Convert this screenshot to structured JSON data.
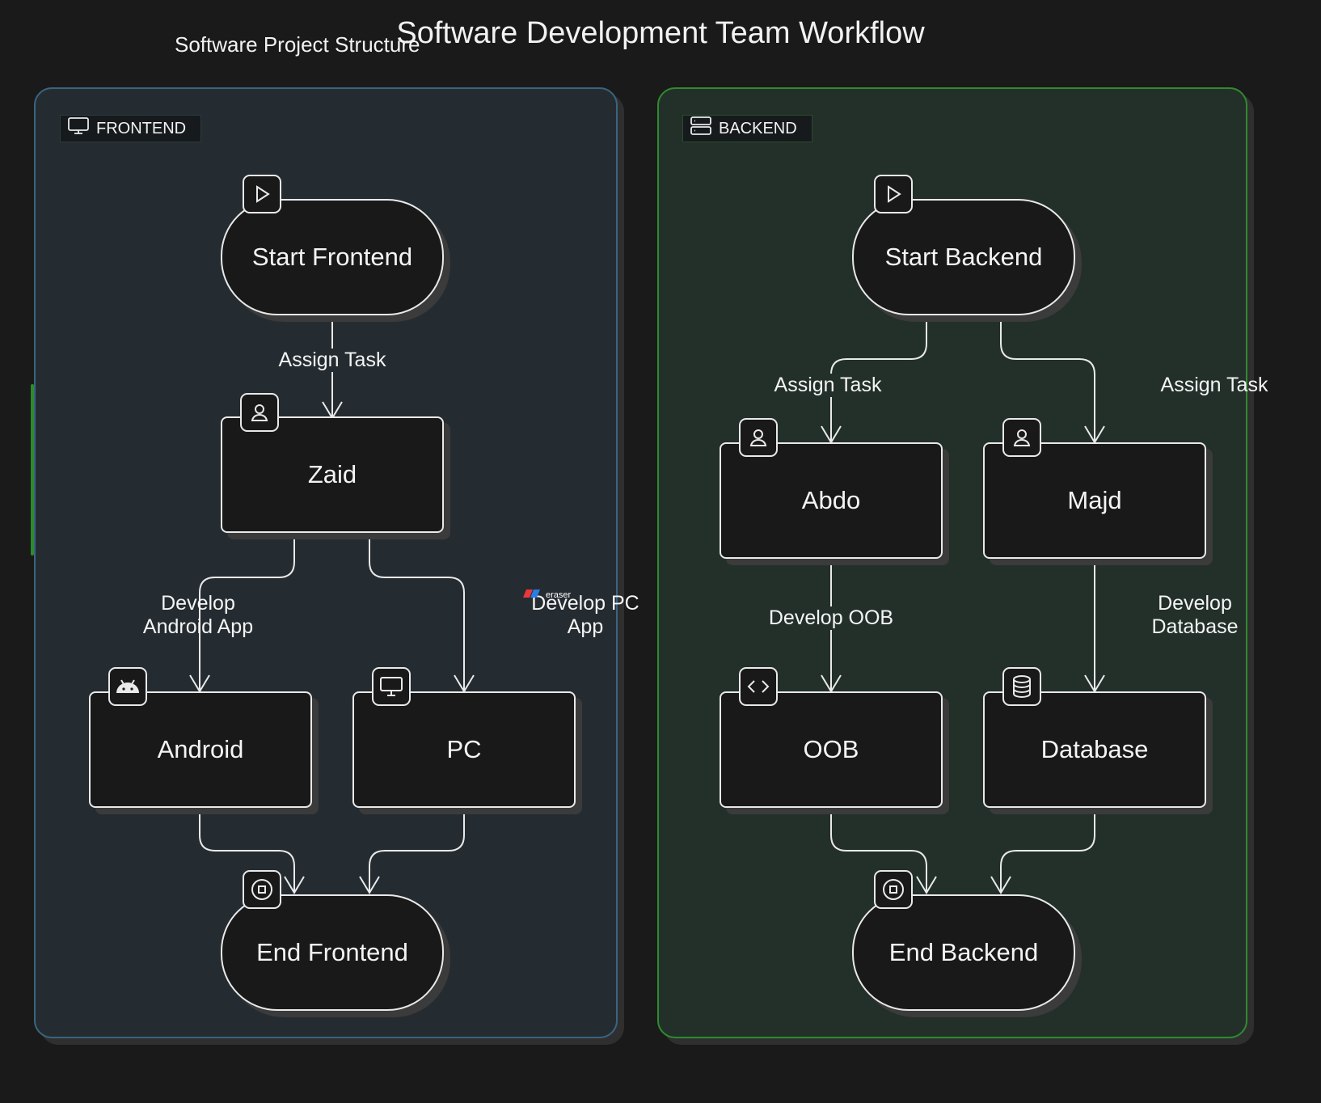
{
  "title": "Software Development Team Workflow",
  "outer_group": "Software Project Structure",
  "colors": {
    "frontend_border": "#3a6480",
    "backend_border": "#2f8a2f",
    "node_fill": "#191919",
    "stroke": "#e9e9e9"
  },
  "groups": {
    "frontend": {
      "label": "FRONTEND",
      "icon": "monitor-icon"
    },
    "backend": {
      "label": "BACKEND",
      "icon": "server-icon"
    }
  },
  "nodes": {
    "start_frontend": {
      "label": "Start Frontend",
      "icon": "play-icon"
    },
    "zaid": {
      "label": "Zaid",
      "icon": "user-icon"
    },
    "android": {
      "label": "Android",
      "icon": "android-icon"
    },
    "pc": {
      "label": "PC",
      "icon": "monitor-icon"
    },
    "end_frontend": {
      "label": "End Frontend",
      "icon": "stop-icon"
    },
    "start_backend": {
      "label": "Start Backend",
      "icon": "play-icon"
    },
    "abdo": {
      "label": "Abdo",
      "icon": "user-icon"
    },
    "majd": {
      "label": "Majd",
      "icon": "user-icon"
    },
    "oob": {
      "label": "OOB",
      "icon": "code-icon"
    },
    "database": {
      "label": "Database",
      "icon": "database-icon"
    },
    "end_backend": {
      "label": "End Backend",
      "icon": "stop-icon"
    }
  },
  "edges": {
    "sf_zaid": "Assign Task",
    "zaid_android": "Develop\nAndroid App",
    "zaid_pc": "Develop PC\nApp",
    "sb_abdo": "Assign Task",
    "sb_majd": "Assign Task",
    "abdo_oob": "Develop OOB",
    "majd_db": "Develop\nDatabase"
  },
  "watermark": "eraser"
}
